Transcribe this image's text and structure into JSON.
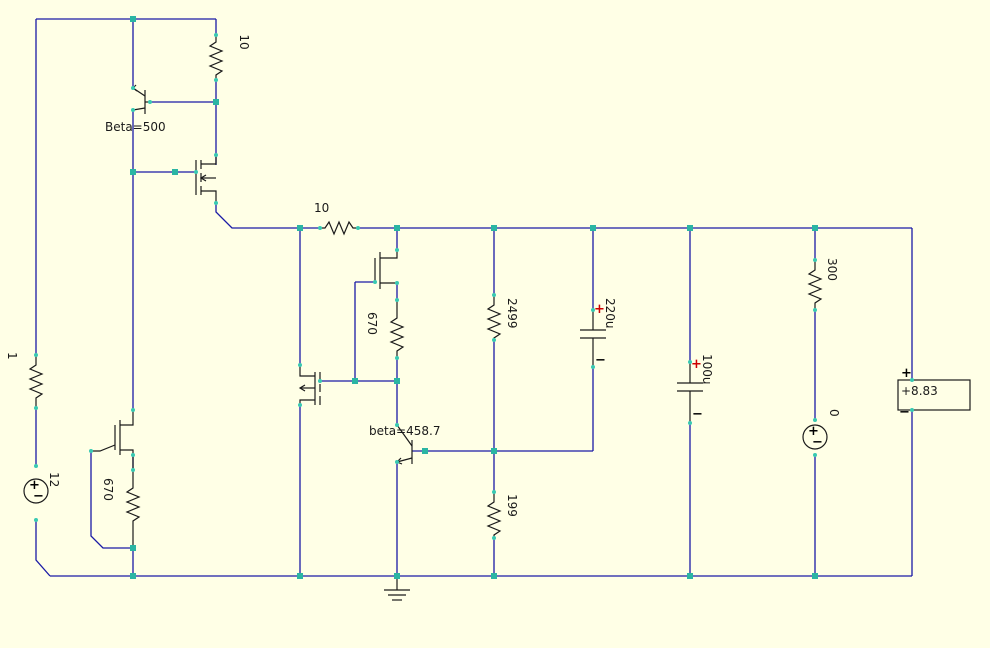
{
  "labels": {
    "r_top": "10",
    "q1_beta": "Beta=500",
    "r_series": "10",
    "r_left": "1",
    "vsrc_main": "12",
    "r_670_left": "670",
    "r_670_mid": "670",
    "q2_beta": "beta=458.7",
    "r_2499": "2499",
    "r_199": "199",
    "c_220": "220u",
    "c_100": "100u",
    "r_300": "300",
    "vsrc_zero": "0",
    "voltmeter": "+8.83"
  },
  "symbols": {
    "plus": "+",
    "minus": "−"
  },
  "colors": {
    "background": "#ffffe6",
    "wire": "#1a1aa6",
    "node": "#2bb5a3",
    "polarity": "#cc0000"
  }
}
